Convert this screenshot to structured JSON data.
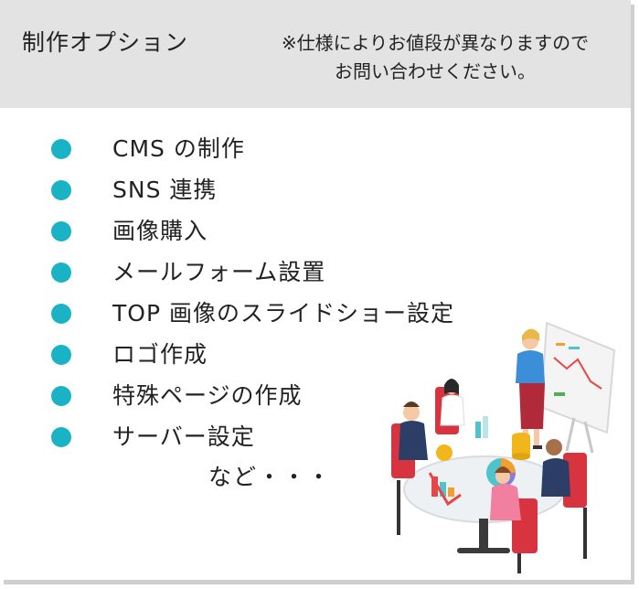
{
  "header": {
    "title": "制作オプション",
    "note_line1": "※仕様によりお値段が異なりますので",
    "note_line2": "お問い合わせください。"
  },
  "options": [
    "CMS の制作",
    "SNS 連携",
    "画像購入",
    "メールフォーム設置",
    "TOP 画像のスライドショー設定",
    "ロゴ作成",
    "特殊ページの作成",
    "サーバー設定"
  ],
  "etc_text": "など・・・",
  "colors": {
    "bullet": "#1ab3c6",
    "header_bg": "#e3e3e3"
  },
  "illustration": {
    "icon": "business-meeting-illustration-icon"
  }
}
